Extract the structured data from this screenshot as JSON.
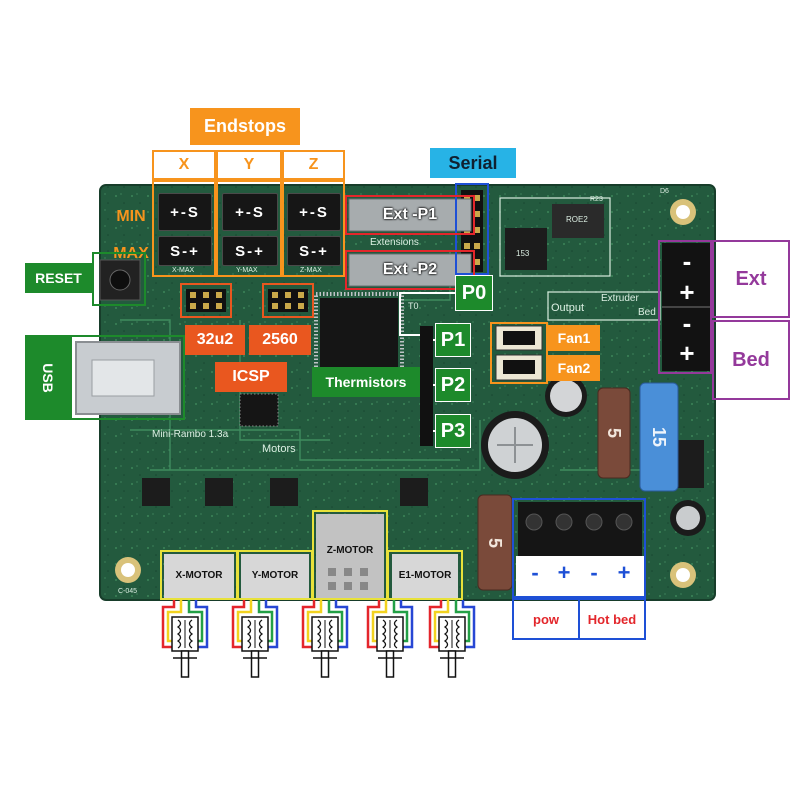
{
  "endstops": {
    "title": "Endstops",
    "axes": [
      "X",
      "Y",
      "Z"
    ],
    "min_label": "MIN",
    "max_label": "MAX",
    "connector_top": "+-S",
    "connector_bottom": "S-+",
    "silk": [
      "X-MAX",
      "Y-MAX",
      "Z-MAX"
    ]
  },
  "serial": {
    "title": "Serial"
  },
  "extensions": {
    "p1": "Ext -P1",
    "p2": "Ext -P2",
    "silk": "Extensions"
  },
  "reset": {
    "label": "RESET"
  },
  "usb": {
    "label": "USB"
  },
  "mcu": {
    "chip_32u2": "32u2",
    "chip_2560": "2560",
    "icsp": "ICSP"
  },
  "thermistors": {
    "title": "Thermistors",
    "ports": [
      "P0",
      "P1",
      "P2",
      "P3"
    ],
    "silk": "T0"
  },
  "fans": {
    "fan1": "Fan1",
    "fan2": "Fan2"
  },
  "outputs": {
    "ext": "Ext",
    "bed": "Bed",
    "minus": "-",
    "plus": "+",
    "silk_output": "Output",
    "silk_extruder": "Extruder",
    "silk_bed": "Bed"
  },
  "power": {
    "terminals": [
      "-",
      "+",
      "-",
      "+"
    ],
    "pow": "pow",
    "hot_bed": "Hot bed"
  },
  "fuses": [
    "5",
    "15",
    "5"
  ],
  "motors": {
    "connectors": [
      "X-MOTOR",
      "Y-MOTOR",
      "Z-MOTOR",
      "E1-MOTOR"
    ],
    "silk": "Motors"
  },
  "board": {
    "name": "Mini-Rambo 1.3a",
    "silk_parts": [
      "R23",
      "D6",
      "ROE2",
      "153",
      "C-045"
    ]
  },
  "colors": {
    "endstops": "#f7941d",
    "labels_green": "#1d8a2b",
    "serial": "#27b3e6",
    "extensions": "#e3262b",
    "mcu": "#e9571f",
    "outputs": "#94399b",
    "power": "#1e50d6",
    "motors": "#e8e23a",
    "pcb": "#235a3e",
    "wires": [
      "#e4252b",
      "#f2d21f",
      "#23a046",
      "#2747d4"
    ]
  }
}
